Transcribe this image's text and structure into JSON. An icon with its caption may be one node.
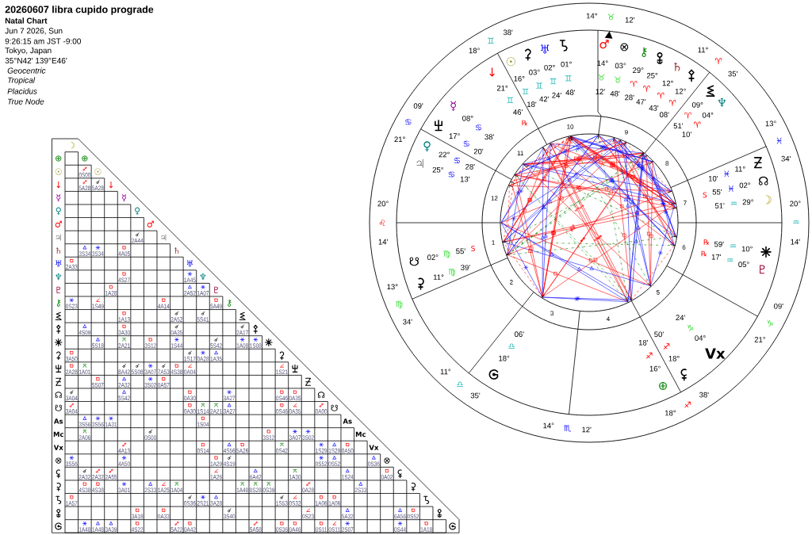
{
  "diagram": {
    "title": "20260607 libra cupido prograde",
    "labels": [
      "Natal Chart",
      "Jun 7 2026, Sun",
      "9:26:15 am JST -9:00",
      "Tokyo, Japan",
      "35°N42' 139°E46'",
      "Geocentric",
      "Tropical",
      "Placidus",
      "True Node",
      "20°",
      "♌",
      "14'",
      "13°",
      "♍",
      "34'",
      "11°",
      "♎",
      "35'",
      "14°",
      "♏",
      "12'",
      "18°",
      "♐",
      "38'",
      "21°",
      "♑",
      "09'",
      "20°",
      "♒",
      "14'",
      "13°",
      "♓",
      "34'",
      "11°",
      "♈",
      "35'",
      "14°",
      "♉",
      "12'",
      "18°",
      "♊",
      "38'",
      "21°",
      "♋",
      "09'",
      "1",
      "2",
      "3",
      "4",
      "5",
      "6",
      "7",
      "8",
      "9",
      "10",
      "11",
      "12",
      "↓",
      "21°",
      "♊",
      "46'",
      "℞",
      "☉",
      "16°",
      "♊",
      "18'",
      "03°",
      "♊",
      "42'",
      "♅",
      "02°",
      "♊",
      "24'",
      "01°",
      "♊",
      "48'",
      "♂",
      "14°",
      "♉",
      "12'",
      "⊗",
      "03°",
      "♉",
      "48'",
      "⚷",
      "29°",
      "♈",
      "28'",
      "25°",
      "♈",
      "47'",
      "♄",
      "12°",
      "♈",
      "43'",
      "12°",
      "♈",
      "08'",
      "09°",
      "♈",
      "51'",
      "♆",
      "04°",
      "♈",
      "10'",
      "10'",
      "♓",
      "11°",
      "S",
      "55'",
      "♓",
      "02°",
      "☊",
      "51'",
      "♒",
      "29°",
      "☽",
      "℞",
      "17'",
      "♒",
      "05°",
      "♇",
      "℞",
      "59'",
      "♒",
      "10°",
      "Vx",
      "04°",
      "♑",
      "24'",
      "18°",
      "♐",
      "50'",
      "⊕",
      "16°",
      "♐",
      "18'",
      "18°",
      "♎",
      "06'",
      "☋",
      "02°",
      "♍",
      "55'",
      "S",
      "11°",
      "♍",
      "39'",
      "♃",
      "25°",
      "♋",
      "13'",
      "♀",
      "22°",
      "♋",
      "28'",
      "17°",
      "♋",
      "20'",
      "☿",
      "08°",
      "♋",
      "38'",
      "☽",
      "⊕",
      "⊕",
      "☉",
      "0S00",
      "☉",
      "↓",
      "5A28",
      "5A28",
      "↓",
      "☿",
      "☿",
      "♀",
      "♀",
      "♂",
      "♂",
      "♃",
      "2A44",
      "♃",
      "♄",
      "3S34",
      "3S34",
      "4A05",
      "♄",
      "♅",
      "2A33",
      "♅",
      "♆",
      "4S27",
      "1A45",
      "♆",
      "♇",
      "1A28",
      "2A52",
      "1A07",
      "♇",
      "⚷",
      "0S23",
      "1S49",
      "4A14",
      "5A49",
      "⚷",
      "1A13",
      "2A52",
      "5S41",
      "4S09",
      "3A30",
      "0A35",
      "2A17",
      "5S18",
      "2A21",
      "3S12",
      "1S44",
      "5S42",
      "1A08",
      "1S08",
      "3A50",
      "1S17",
      "0A28",
      "1A35",
      "2A28",
      "1A01",
      "8A42",
      "5S08",
      "3A07",
      "7A53",
      "4S38",
      "0A04",
      "1S21",
      "5S07",
      "2A32",
      "3S02",
      "0A57",
      "☊",
      "3A04",
      "5S42",
      "0A30",
      "3A27",
      "0S46",
      "0A35",
      "☊",
      "☋",
      "3A04",
      "0A30",
      "1S14",
      "2A21",
      "3A27",
      "0S46",
      "0A35",
      "0A00",
      "☋",
      "As",
      "3S56",
      "3S56",
      "1A31",
      "1S04",
      "As",
      "Mc",
      "2A06",
      "0S00",
      "3S12",
      "3A07",
      "3S02",
      "Mc",
      "Vx",
      "4A13",
      "0S14",
      "4S56",
      "5A26",
      "0S42",
      "1S29",
      "1S29",
      "0A50",
      "Vx",
      "⊗",
      "3S56",
      "4A50",
      "1A29",
      "4S19",
      "0S52",
      "0S52",
      "0S36",
      "⊗",
      "2A32",
      "2A32",
      "2A55",
      "1A26",
      "6A42",
      "1A30",
      "1S24",
      "0A02",
      "4S38",
      "4S38",
      "3A01",
      "2S33",
      "1A25",
      "1A04",
      "1A48",
      "0S28",
      "0S39",
      "0A28",
      "2S33",
      "1A57",
      "0S36",
      "2S21",
      "3A28",
      "1S53",
      "0S32",
      "1A06",
      "1A06",
      "3A18",
      "0A33",
      "3S40",
      "0S23",
      "5A32",
      "6A56",
      "0S52",
      "1A48",
      "1A48",
      "3A39",
      "4S22",
      "5A22",
      "0A42",
      "5A58",
      "0S36",
      "0A46",
      "0S11",
      "0S11",
      "2S07",
      "0S44",
      "1A18"
    ]
  }
}
